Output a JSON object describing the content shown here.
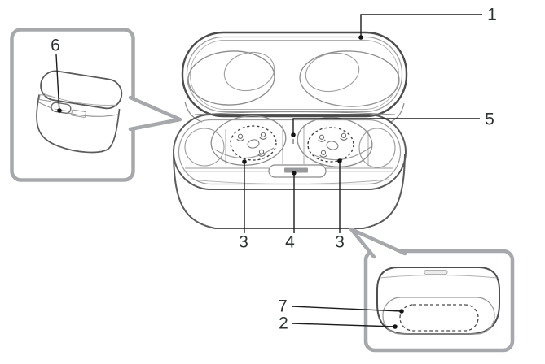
{
  "diagram": {
    "callouts": {
      "c1": "1",
      "c2": "2",
      "c3_left": "3",
      "c3_right": "3",
      "c4": "4",
      "c5": "5",
      "c6": "6",
      "c7": "7"
    },
    "icons": {
      "main_view": "open-charging-case-drawing",
      "rear_inset": "closed-case-rear-view-drawing",
      "front_inset": "closed-case-front-view-drawing",
      "usb_port": "usb-port",
      "contacts": "charging-contact-pins",
      "indicator": "indicator-lamp-dot",
      "button": "case-button"
    },
    "colors": {
      "background": "#ffffff",
      "inset_border": "#a6a8ab",
      "art_stroke_dark": "#4c4c4c",
      "art_stroke_mid": "#8c8c8c",
      "art_stroke_light": "#b0b0b0",
      "leader_line": "#1c1c1c",
      "label_text": "#2e3134",
      "button_fill": "#98999b"
    }
  }
}
